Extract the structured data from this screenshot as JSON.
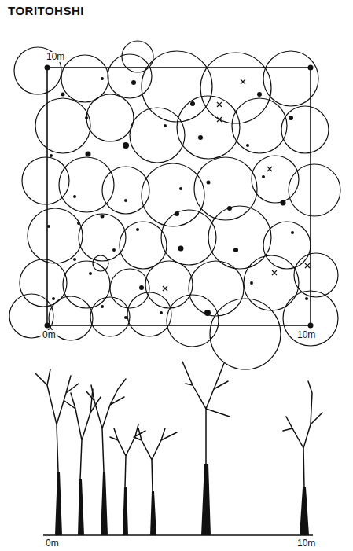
{
  "diagram": {
    "title": "TORITOHSHI",
    "labels": [
      "10m",
      "0m",
      "10m",
      "0m",
      "10m"
    ]
  }
}
